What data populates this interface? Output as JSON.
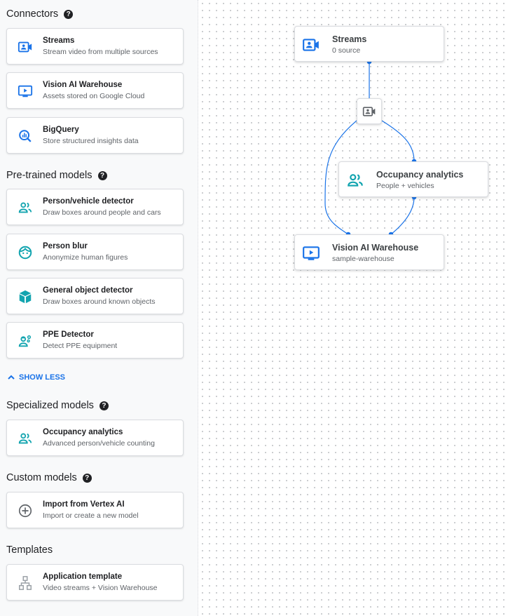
{
  "colors": {
    "accent": "#1a73e8",
    "teal": "#12a4af",
    "gray": "#5f6368"
  },
  "sidebar": {
    "sections": [
      {
        "title": "Connectors",
        "help": "?"
      },
      {
        "title": "Pre-trained models",
        "help": "?"
      },
      {
        "title": "Specialized models",
        "help": "?"
      },
      {
        "title": "Custom models",
        "help": "?"
      },
      {
        "title": "Templates"
      }
    ],
    "connectors": [
      {
        "title": "Streams",
        "subtitle": "Stream video from multiple sources",
        "icon": "video-camera-icon"
      },
      {
        "title": "Vision AI Warehouse",
        "subtitle": "Assets stored on Google Cloud",
        "icon": "monitor-play-icon"
      },
      {
        "title": "BigQuery",
        "subtitle": "Store structured insights data",
        "icon": "bigquery-icon"
      }
    ],
    "pretrained": [
      {
        "title": "Person/vehicle detector",
        "subtitle": "Draw boxes around people and cars",
        "icon": "people-icon"
      },
      {
        "title": "Person blur",
        "subtitle": "Anonymize human figures",
        "icon": "face-icon"
      },
      {
        "title": "General object detector",
        "subtitle": "Draw boxes around known objects",
        "icon": "cube-icon"
      },
      {
        "title": "PPE Detector",
        "subtitle": "Detect PPE equipment",
        "icon": "ppe-icon"
      }
    ],
    "show_less": "SHOW LESS",
    "specialized": [
      {
        "title": "Occupancy analytics",
        "subtitle": "Advanced person/vehicle counting",
        "icon": "people-icon"
      }
    ],
    "custom": [
      {
        "title": "Import from Vertex AI",
        "subtitle": "Import or create a new model",
        "icon": "plus-circle-icon"
      }
    ],
    "templates": [
      {
        "title": "Application template",
        "subtitle": "Video streams + Vision Warehouse",
        "icon": "hierarchy-icon"
      }
    ]
  },
  "canvas": {
    "nodes": [
      {
        "title": "Streams",
        "subtitle": "0 source"
      },
      {
        "title": "Occupancy analytics",
        "subtitle": "People + vehicles"
      },
      {
        "title": "Vision AI Warehouse",
        "subtitle": "sample-warehouse"
      }
    ]
  }
}
